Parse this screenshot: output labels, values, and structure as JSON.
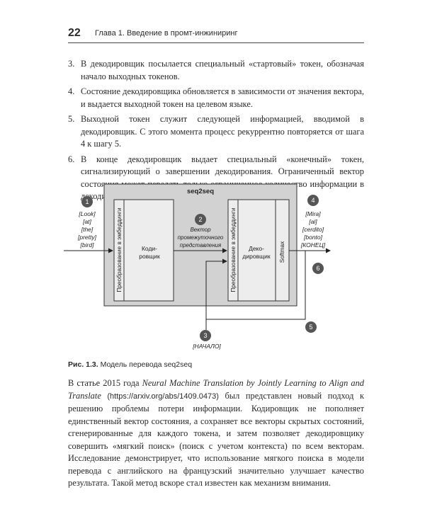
{
  "header": {
    "page_number": "22",
    "running_title": "Глава 1. Введение в промт-инжиниринг"
  },
  "list": [
    {
      "num": "3.",
      "text": "В декодировщик посылается специальный «стартовый» токен, обозначая начало выходных токенов."
    },
    {
      "num": "4.",
      "text": "Состояние декодировщика обновляется в зависимости от значения вектора, и выдается выходной токен на целевом языке."
    },
    {
      "num": "5.",
      "text": "Выходной токен служит следующей информацией, вводимой в декодировщик. С этого момента процесс рекуррентно повторяется от шага 4 к шагу 5."
    },
    {
      "num": "6.",
      "text": "В конце декодировщик выдает специальный «конечный» токен, сигнализирующий о завершении декодирования. Ограниченный вектор состояния может передать только ограниченное количество информации в декодировщик."
    }
  ],
  "figure": {
    "title": "seq2seq",
    "input_tokens": [
      "[Look]",
      "[at]",
      "[the]",
      "[pretty]",
      "[bird]"
    ],
    "output_tokens": [
      "[Mira]",
      "[al]",
      "[cerdito]",
      "[bonto]",
      "[КОНЕЦ]"
    ],
    "encoder_embedding": "Преобразование в эмбеддинги",
    "decoder_embedding": "Преобразование в эмбеддинги",
    "encoder_label": [
      "Коди-",
      "ровщик"
    ],
    "decoder_label": [
      "Деко-",
      "дировщик"
    ],
    "softmax_label": "Softmax",
    "vector_label": [
      "Вектор",
      "промежуточного",
      "представления"
    ],
    "start_token": "[НАЧАЛО]",
    "markers": [
      "1",
      "2",
      "3",
      "4",
      "5",
      "6"
    ]
  },
  "caption": {
    "label": "Рис. 1.3.",
    "text": " Модель перевода seq2seq"
  },
  "paragraph": {
    "part1": "В статье 2015 года ",
    "title_italic": "Neural Machine Translation by Jointly Learning to Align and Translate",
    "url": " (https://arxiv.org/abs/1409.0473) ",
    "part2": "был представлен новый подход к решению проблемы потери информации. Кодировщик не пополняет единственный вектор состояния, а сохраняет все векторы скрытых состояний, сгенерированные для каждого токена, и затем позволяет декодировщику совершить «мягкий поиск» (поиск с учетом контекста) по всем векторам. Исследование демонстрирует, что использование мягкого поиска в модели перевода с английского на французский значительно улучшает качество результата. Такой метод вскоре стал известен как механизм внимания."
  }
}
